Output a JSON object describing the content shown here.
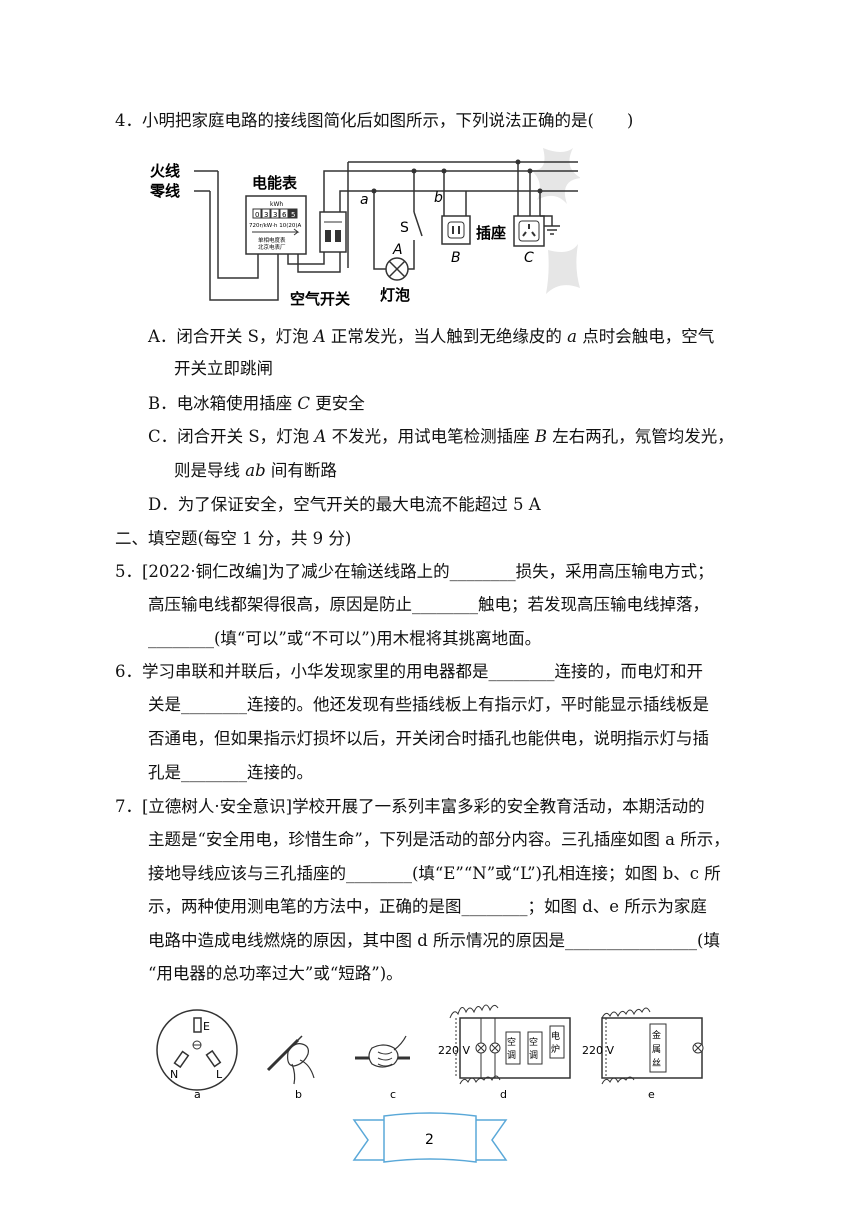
{
  "q4": {
    "stem": "4．小明把家庭电路的接线图简化后如图所示，下列说法正确的是(　　)",
    "figure": {
      "live": "火线",
      "neutral": "零线",
      "meter_title": "电能表",
      "meter_unit": "kWh",
      "meter_digits": [
        "0",
        "3",
        "3",
        "6",
        "5"
      ],
      "meter_spec": "720r/kW·h 10(20)A",
      "meter_maker1": "单相电度表",
      "meter_maker2": "北京电表厂",
      "breaker": "空气开关",
      "bulb": "灯泡",
      "point_a": "a",
      "point_b": "b",
      "switch_s": "S",
      "label_A": "A",
      "label_B": "B",
      "label_C": "C",
      "socket": "插座"
    },
    "options": {
      "A1": "A．闭合开关 S，灯泡 ",
      "A1v": "A",
      "A1b": " 正常发光，当人触到无绝缘皮的 ",
      "A1v2": "a",
      "A1c": " 点时会触电，空气",
      "A2": "开关立即跳闸",
      "B1": "B．电冰箱使用插座 ",
      "B1v": "C",
      "B1b": " 更安全",
      "C1": "C．闭合开关 S，灯泡 ",
      "C1v": "A",
      "C1b": " 不发光，用试电笔检测插座 ",
      "C1v2": "B",
      "C1c": " 左右两孔，氖管均发光，",
      "C2": "则是导线 ",
      "C2v": "ab",
      "C2b": " 间有断路",
      "D1": "D．为了保证安全，空气开关的最大电流不能超过 5 A"
    }
  },
  "section2": "二、填空题(每空 1 分，共 9 分)",
  "q5": {
    "l1": "5．[2022·铜仁改编]为了减少在输送线路上的________损失，采用高压输电方式；",
    "l2": "高压输电线都架得很高，原因是防止________触电；若发现高压输电线掉落，",
    "l3": "________(填“可以”或“不可以”)用木棍将其挑离地面。"
  },
  "q6": {
    "l1": "6．学习串联和并联后，小华发现家里的用电器都是________连接的，而电灯和开",
    "l2": "关是________连接的。他还发现有些插线板上有指示灯，平时能显示插线板是",
    "l3": "否通电，但如果指示灯损坏以后，开关闭合时插孔也能供电，说明指示灯与插",
    "l4": "孔是________连接的。"
  },
  "q7": {
    "l1": "7．[立德树人·安全意识]学校开展了一系列丰富多彩的安全教育活动，本期活动的",
    "l2": "主题是“安全用电，珍惜生命”，下列是活动的部分内容。三孔插座如图 a 所示，",
    "l3": "接地导线应该与三孔插座的________(填“E”“N”或“L”)孔相连接；如图 b、c 所",
    "l4": "示，两种使用测电笔的方法中，正确的是图________；如图 d、e 所示为家庭",
    "l5": "电路中造成电线燃烧的原因，其中图 d 所示情况的原因是________________(填",
    "l6": "“用电器的总功率过大”或“短路”)。",
    "figs": {
      "a": "a",
      "b": "b",
      "c": "c",
      "d": "d",
      "e": "e",
      "E": "E",
      "N": "N",
      "L": "L",
      "v220d": "220 V",
      "v220e": "220 V",
      "kt1": "空调",
      "kt2": "空调",
      "dl": "电炉",
      "jsx": "金属丝"
    }
  },
  "page_number": "2"
}
